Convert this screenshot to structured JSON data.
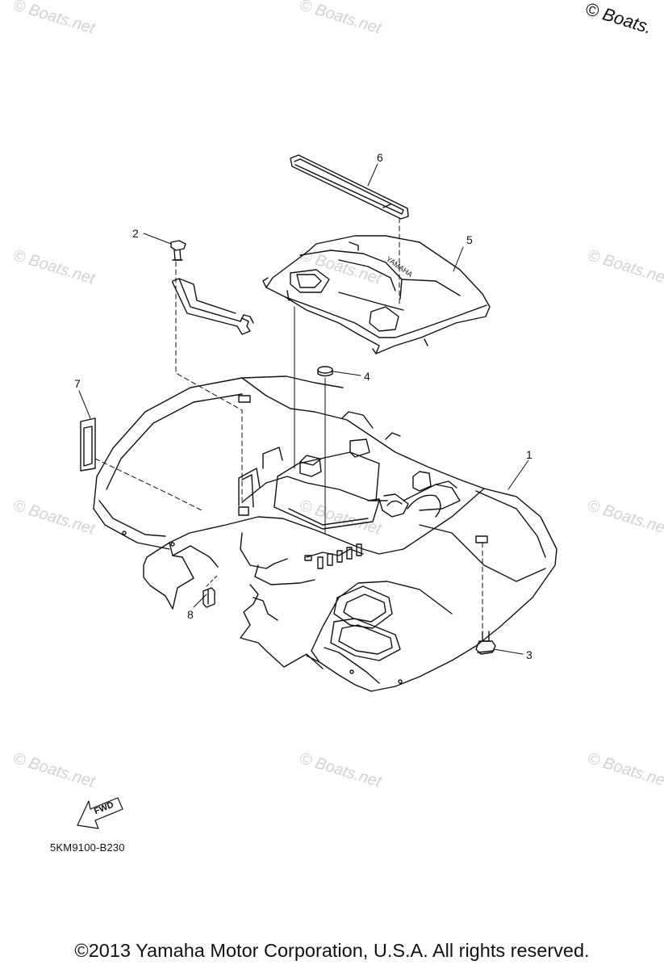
{
  "watermark": {
    "text": "© Boats.net",
    "corner_text": "© Boats."
  },
  "callouts": [
    "1",
    "2",
    "3",
    "4",
    "5",
    "6",
    "7",
    "8"
  ],
  "fender_logo": "YAMAHA",
  "forward_label": "FWD",
  "diagram_code": "5KM9100-B230",
  "copyright": "©2013 Yamaha Motor Corporation, U.S.A. All rights reserved."
}
